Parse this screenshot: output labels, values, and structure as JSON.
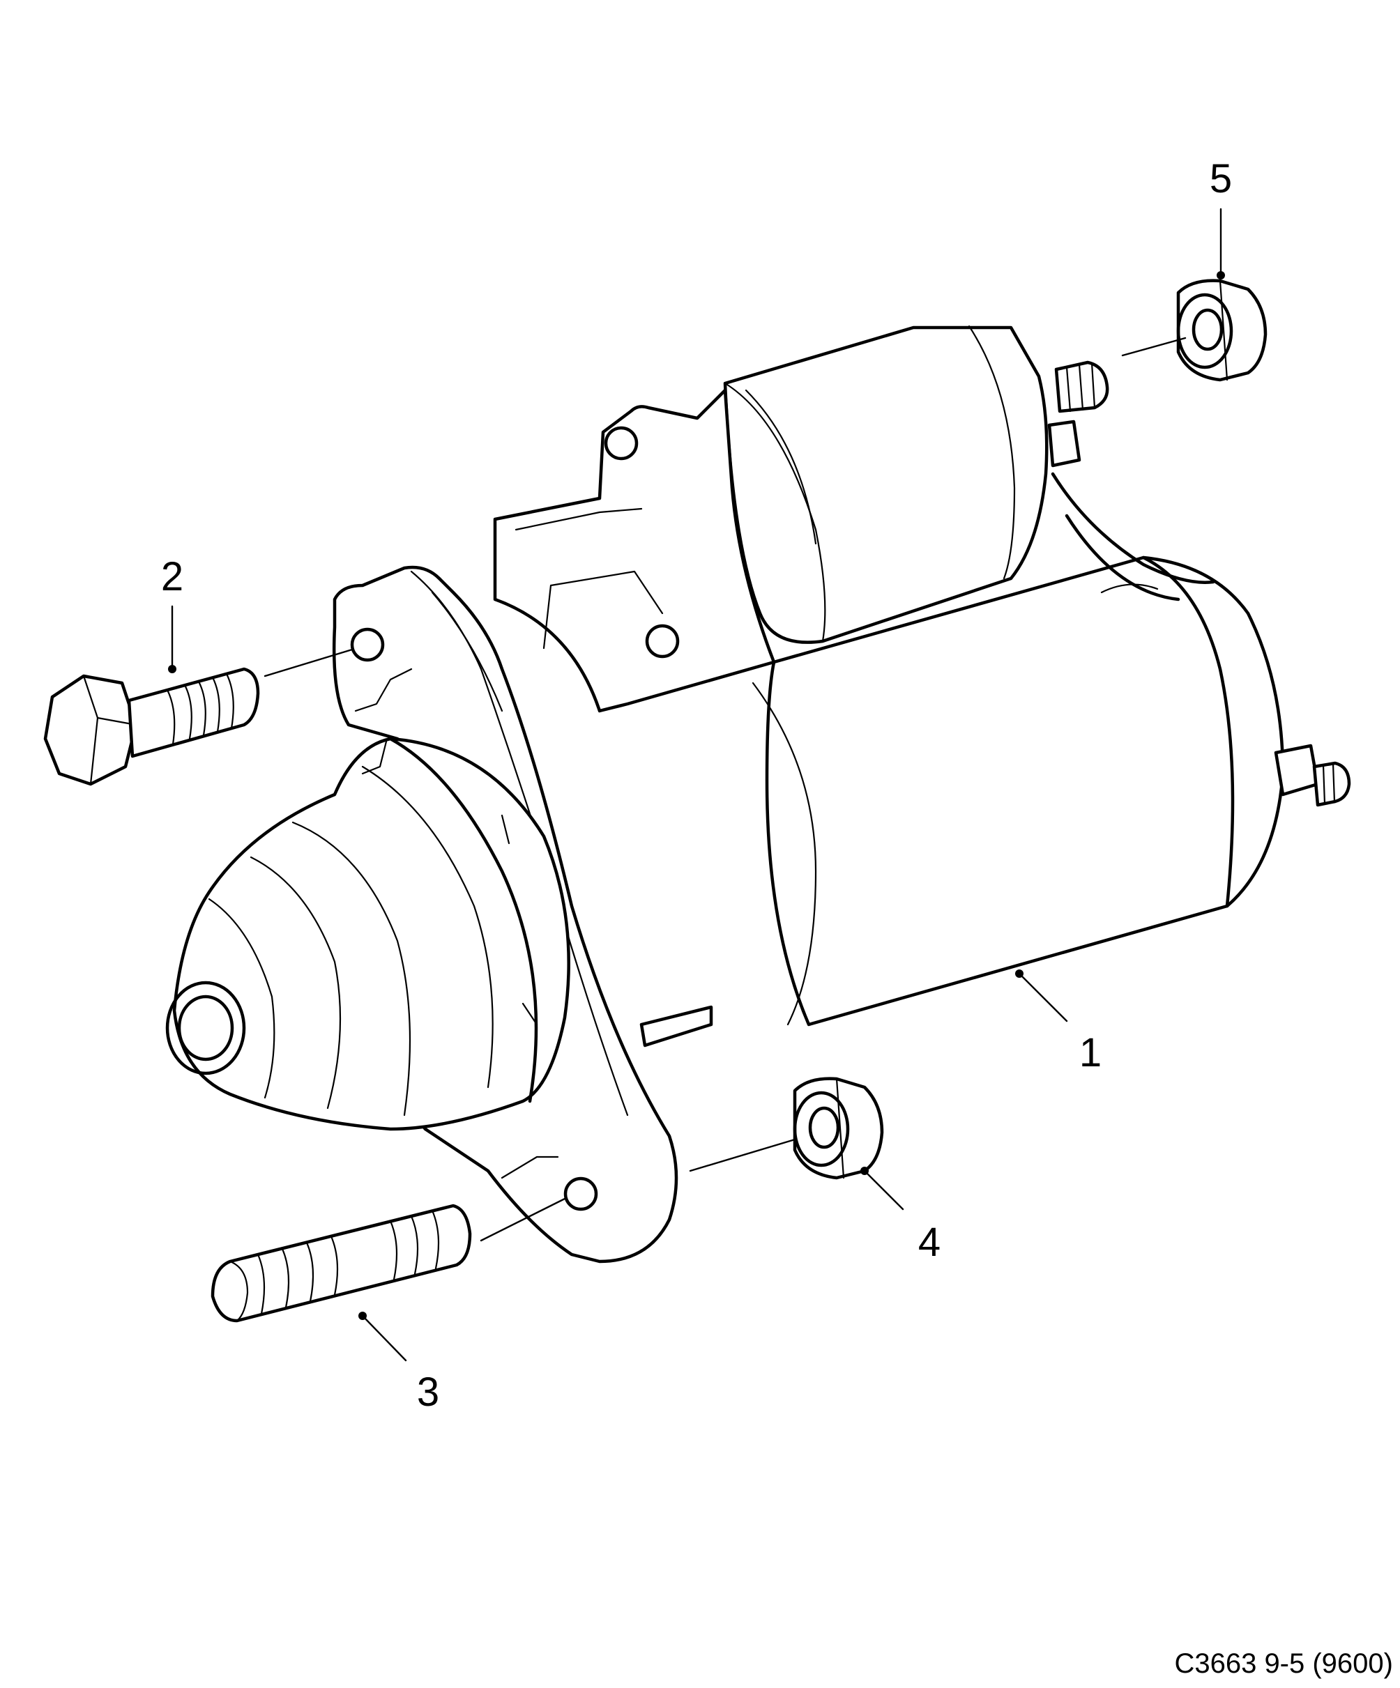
{
  "callouts": [
    {
      "number": "1",
      "part": "starter-motor"
    },
    {
      "number": "2",
      "part": "bolt"
    },
    {
      "number": "3",
      "part": "stud"
    },
    {
      "number": "4",
      "part": "nut"
    },
    {
      "number": "5",
      "part": "nut"
    }
  ],
  "figure_code": "C3663 9-5 (9600)"
}
